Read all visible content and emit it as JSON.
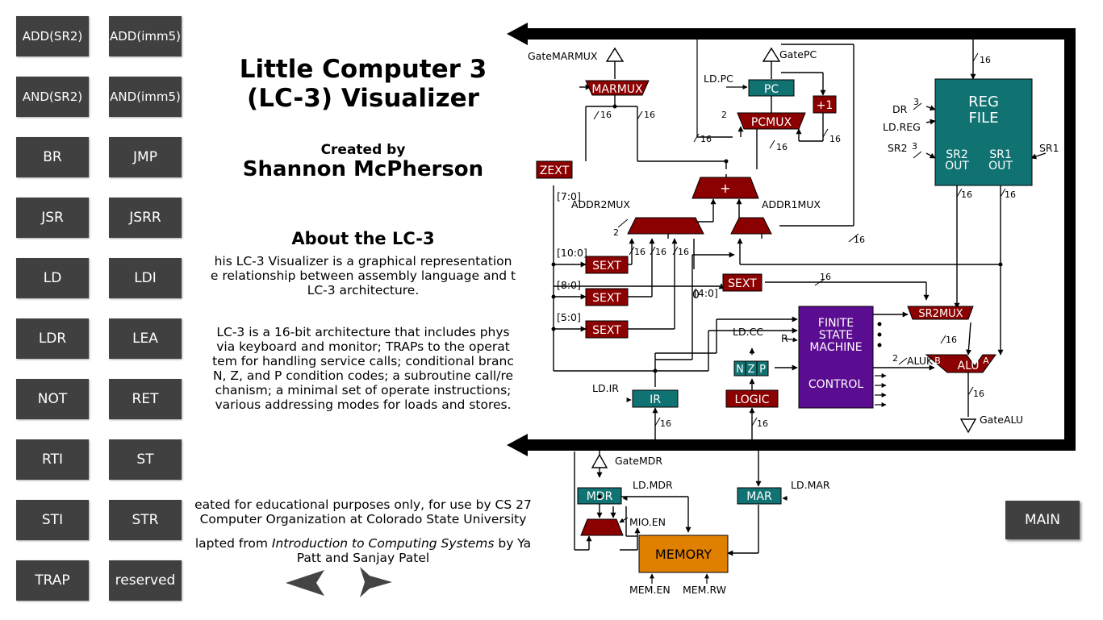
{
  "instruction_buttons": [
    {
      "lines": [
        "ADD",
        "(SR2)"
      ]
    },
    {
      "lines": [
        "ADD",
        "(imm5)"
      ]
    },
    {
      "lines": [
        "AND",
        "(SR2)"
      ]
    },
    {
      "lines": [
        "AND",
        "(imm5)"
      ]
    },
    {
      "lines": [
        "BR"
      ]
    },
    {
      "lines": [
        "JMP"
      ]
    },
    {
      "lines": [
        "JSR"
      ]
    },
    {
      "lines": [
        "JSRR"
      ]
    },
    {
      "lines": [
        "LD"
      ]
    },
    {
      "lines": [
        "LDI"
      ]
    },
    {
      "lines": [
        "LDR"
      ]
    },
    {
      "lines": [
        "LEA"
      ]
    },
    {
      "lines": [
        "NOT"
      ]
    },
    {
      "lines": [
        "RET"
      ]
    },
    {
      "lines": [
        "RTI"
      ]
    },
    {
      "lines": [
        "ST"
      ]
    },
    {
      "lines": [
        "STI"
      ]
    },
    {
      "lines": [
        "STR"
      ]
    },
    {
      "lines": [
        "TRAP"
      ]
    },
    {
      "lines": [
        "reserved"
      ]
    }
  ],
  "info": {
    "title_line1": "Little Computer 3",
    "title_line2": "(LC-3) Visualizer",
    "created_by": "Created by",
    "author": "Shannon McPherson",
    "about_heading": "About the LC-3",
    "about_p1": [
      "his LC-3 Visualizer is a graphical representation",
      "e relationship between assembly language and t",
      "LC-3 architecture."
    ],
    "about_p2": [
      " LC-3 is a 16-bit architecture that includes phys",
      "via keyboard and monitor; TRAPs to the operat",
      "tem for handling service calls; conditional branc",
      "N, Z, and P condition codes; a subroutine call/re",
      "chanism; a minimal set of operate instructions;",
      "various addressing modes for loads and stores."
    ],
    "credit_p1": [
      "eated for educational purposes only, for use by CS 27",
      "Computer Organization at Colorado State University"
    ],
    "credit_p2_prefix": "lapted from ",
    "credit_p2_book": "Introduction to Computing Systems",
    "credit_p2_suffix": " by Ya",
    "credit_p2_line2": "Patt and Sanjay Patel"
  },
  "nav": {
    "prev_icon": "back-arrow-icon",
    "next_icon": "forward-arrow-icon"
  },
  "main_button": "MAIN",
  "colors": {
    "button_bg": "#404040",
    "teal": "#117272",
    "red": "#8b0000",
    "purple": "#5b0d91",
    "orange": "#e08000"
  },
  "diagram": {
    "components": {
      "marmux": "MARMUX",
      "pc": "PC",
      "plus1": "+1",
      "pcmux": "PCMUX",
      "reg_file_1": "REG",
      "reg_file_2": "FILE",
      "zext": "ZEXT",
      "adder": "+",
      "addr2mux": "ADDR2MUX",
      "addr1mux": "ADDR1MUX",
      "sext1": "SEXT",
      "sext2": "SEXT",
      "sext3": "SEXT",
      "sext4": "SEXT",
      "sr2mux": "SR2MUX",
      "fsm_1": "FINITE",
      "fsm_2": "STATE",
      "fsm_3": "MACHINE",
      "fsm_4": "CONTROL",
      "alu": "ALU",
      "alu_a": "A",
      "alu_b": "B",
      "ir": "IR",
      "nzp_n": "N",
      "nzp_z": "Z",
      "nzp_p": "P",
      "logic": "LOGIC",
      "mdr": "MDR",
      "mar": "MAR",
      "memory": "MEMORY",
      "sr2_out_1": "SR2",
      "sr2_out_2": "OUT",
      "sr1_out_1": "SR1",
      "sr1_out_2": "OUT"
    },
    "labels": {
      "gate_marmux": "GateMARMUX",
      "gate_pc": "GatePC",
      "ld_pc": "LD.PC",
      "dr": "DR",
      "ld_reg": "LD.REG",
      "sr2": "SR2",
      "sr1": "SR1",
      "bits_7_0": "[7:0]",
      "bits_10_0": "[10:0]",
      "bits_8_0": "[8:0]",
      "bits_5_0": "[5:0]",
      "bits_4_0": "[4:0]",
      "zero": "0",
      "ld_cc": "LD.CC",
      "aluk": "ALUK",
      "gate_alu": "GateALU",
      "ld_ir": "LD.IR",
      "gate_mdr": "GateMDR",
      "ld_mdr": "LD.MDR",
      "ld_mar": "LD.MAR",
      "mio_en": "MIO.EN",
      "mem_en": "MEM.EN",
      "mem_rw": "MEM.RW",
      "r": "R",
      "w16": "16",
      "w2": "2",
      "w3": "3"
    }
  }
}
